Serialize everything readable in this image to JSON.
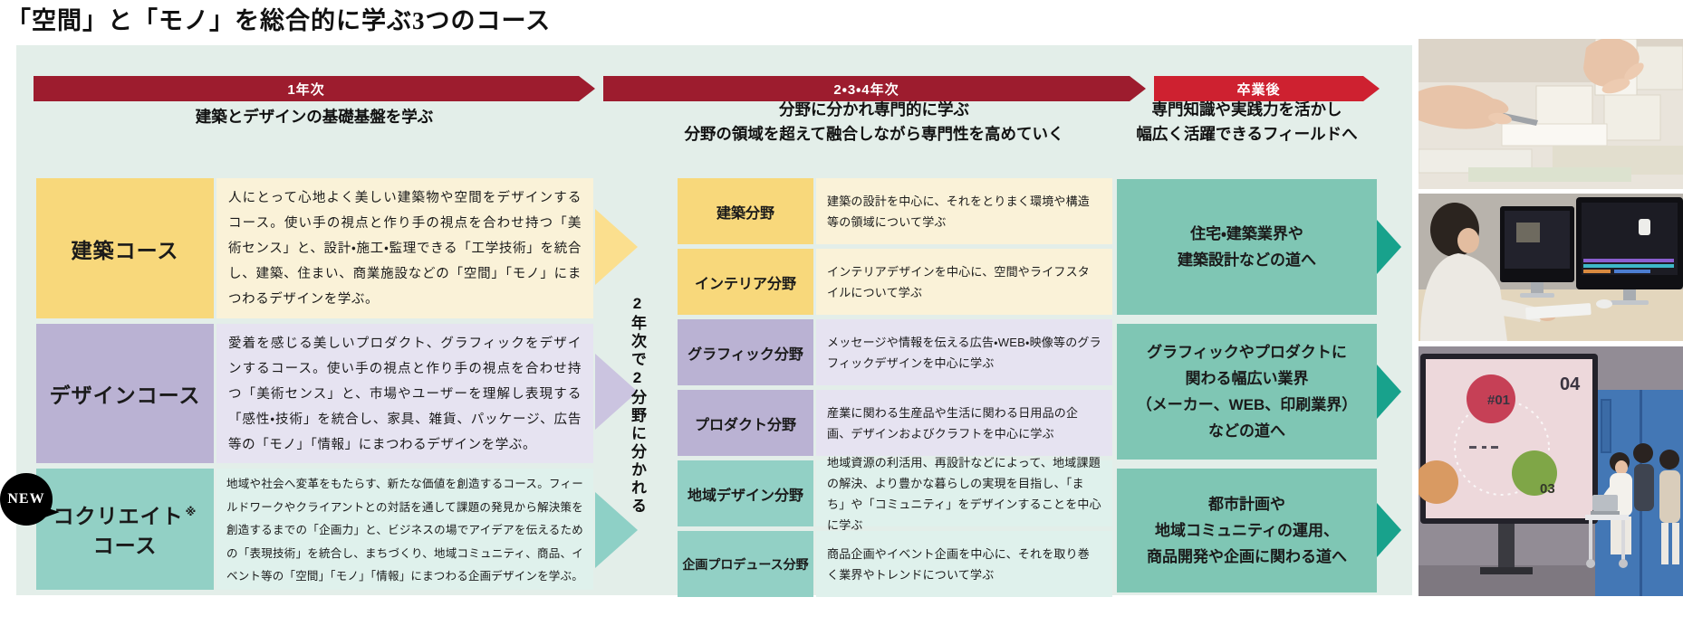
{
  "title": "「空間」と「モノ」を総合的に学ぶ3つのコース",
  "timeline": [
    {
      "label": "1年次",
      "subtitle_line1": "建築とデザインの基礎基盤を学ぶ",
      "subtitle_line2": ""
    },
    {
      "label": "2・3・4年次",
      "subtitle_line1": "分野に分かれ専門的に学ぶ",
      "subtitle_line2": "分野の領域を超えて融合しながら専門性を高めていく"
    },
    {
      "label": "卒業後",
      "subtitle_line1": "専門知識や実践力を活かし",
      "subtitle_line2": "幅広く活躍できるフィールドへ"
    }
  ],
  "branch_note": "2年次で2分野に分かれる",
  "courses": [
    {
      "name": "建築コース",
      "description": "人にとって心地よく美しい建築物や空間をデザインするコース。使い手の視点と作り手の視点を合わせ持つ「美術センス」と、設計・施工・監理できる「工学技術」を統合し、建築、住まい、商業施設などの「空間」「モノ」にまつわるデザインを学ぶ。"
    },
    {
      "name": "デザインコース",
      "description": "愛着を感じる美しいプロダクト、グラフィックをデザインするコース。使い手の視点と作り手の視点を合わせ持つ「美術センス」と、市場やユーザーを理解し表現する「感性・技術」を統合し、家具、雑貨、パッケージ、広告等の「モノ」「情報」にまつわるデザインを学ぶ。"
    },
    {
      "badge": "NEW",
      "name_line1": "コクリエイト",
      "note_mark": "※",
      "name_line2": "コース",
      "description": "地域や社会へ変革をもたらす、新たな価値を創造するコース。フィールドワークやクライアントとの対話を通して課題の発見から解決策を創造するまでの「企画力」と、ビジネスの場でアイデアを伝えるための「表現技術」を統合し、まちづくり、地域コミュニティ、商品、イベント等の「空間」「モノ」「情報」にまつわる企画デザインを学ぶ。"
    }
  ],
  "fields": [
    {
      "label": "建築分野",
      "description": "建築の設計を中心に、それをとりまく環境や構造等の領域について学ぶ"
    },
    {
      "label": "インテリア分野",
      "description": "インテリアデザインを中心に、空間やライフスタイルについて学ぶ"
    },
    {
      "label": "グラフィック分野",
      "description": "メッセージや情報を伝える広告・WEB・映像等のグラフィックデザインを中心に学ぶ"
    },
    {
      "label": "プロダクト分野",
      "description": "産業に関わる生産品や生活に関わる日用品の企画、デザインおよびクラフトを中心に学ぶ"
    },
    {
      "label": "地域デザイン分野",
      "description": "地域資源の利活用、再設計などによって、地域課題の解決、より豊かな暮らしの実現を目指し、「まち」や「コミュニティ」をデザインすることを中心に学ぶ"
    },
    {
      "label": "企画プロデュース分野",
      "description": "商品企画やイベント企画を中心に、それを取り巻く業界やトレンドについて学ぶ"
    }
  ],
  "outcomes": [
    {
      "lines": [
        "住宅・建築業界や",
        "建築設計などの道へ"
      ]
    },
    {
      "lines": [
        "グラフィックやプロダクトに",
        "関わる幅広い業界",
        "（メーカー、WEB、印刷業界）",
        "などの道へ"
      ]
    },
    {
      "lines": [
        "都市計画や",
        "地域コミュニティの運用、",
        "商品開発や企画に関わる道へ"
      ]
    }
  ],
  "photos": [
    {
      "name": "architectural-model-making-hands"
    },
    {
      "name": "video-editing-on-desktop-computers"
    },
    {
      "name": "presentation-screen-and-students",
      "screen_labels": {
        "red_circle": "#01",
        "top_right": "04",
        "green_circle": "03"
      }
    }
  ],
  "colors": {
    "panel_bg": "#E3EEE9",
    "arrow_dark_red": "#9D1C2E",
    "arrow_bright_red": "#CE2130",
    "yellow_label": "#F8D87B",
    "yellow_pale": "#FAF2D8",
    "purple_label": "#BAB2D3",
    "purple_pale": "#E6E3F1",
    "teal_label": "#92D0C5",
    "teal_pale": "#DFF1EC",
    "outcome_box": "#7FC6B4",
    "outcome_arrow": "#18A28C",
    "badge_bg": "#000000"
  }
}
